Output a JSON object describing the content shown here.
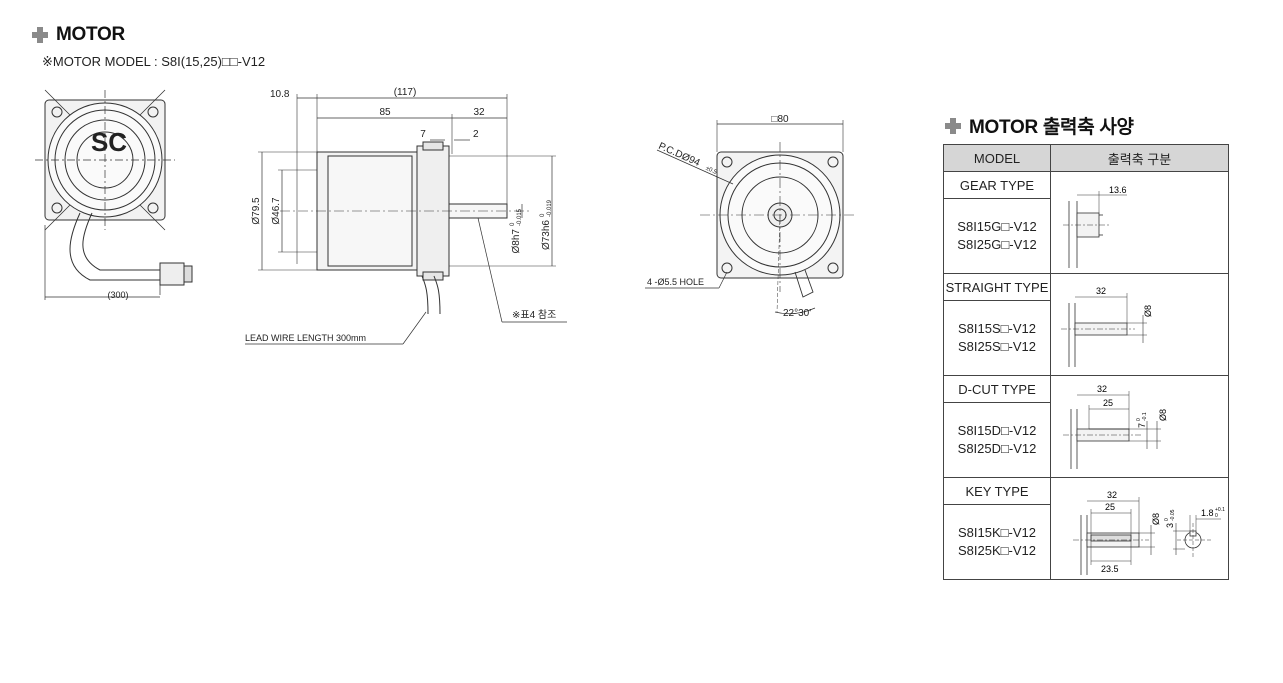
{
  "section_motor": {
    "title": "MOTOR"
  },
  "model_note": "※MOTOR MODEL : S8I(15,25)□□-V12",
  "side_view": {
    "cable_length": "(300)"
  },
  "front_view": {
    "dim_overall": "(117)",
    "dim_flange": "10.8",
    "dim_body": "85",
    "dim_shaft": "32",
    "dim_7": "7",
    "dim_2": "2",
    "dia_body": "Ø79.5",
    "dia_inner": "Ø46.7",
    "dia_shaft": "Ø8h7",
    "dia_shaft_tol": "-0.015",
    "dia_pilot": "Ø73h6",
    "dia_pilot_tol": "-0.019",
    "tol_zero": "0",
    "lead_wire": "LEAD WIRE LENGTH 300mm",
    "note_ref": "※표4 참조"
  },
  "flange_view": {
    "dim_square": "□80",
    "pcd": "P.C.DØ94",
    "pcd_tol": "±0.5",
    "holes": "4 -Ø5.5 HOLE",
    "angle": "22°30'"
  },
  "section_shaft": {
    "title": "MOTOR 출력축 사양"
  },
  "table": {
    "col_model": "MODEL",
    "col_shaft": "출력축 구분",
    "rows": [
      {
        "type": "GEAR TYPE",
        "models": [
          "S8I15G□-V12",
          "S8I25G□-V12"
        ],
        "dims": [
          "13.6"
        ]
      },
      {
        "type": "STRAIGHT TYPE",
        "models": [
          "S8I15S□-V12",
          "S8I25S□-V12"
        ],
        "dims": [
          "32",
          "Ø8"
        ]
      },
      {
        "type": "D-CUT TYPE",
        "models": [
          "S8I15D□-V12",
          "S8I25D□-V12"
        ],
        "dims": [
          "32",
          "25",
          "7",
          "-0.1",
          "Ø8"
        ]
      },
      {
        "type": "KEY TYPE",
        "models": [
          "S8I15K□-V12",
          "S8I25K□-V12"
        ],
        "dims": [
          "32",
          "25",
          "23.5",
          "Ø8",
          "3",
          "-0.05",
          "1.8",
          "+0.1"
        ]
      }
    ]
  }
}
